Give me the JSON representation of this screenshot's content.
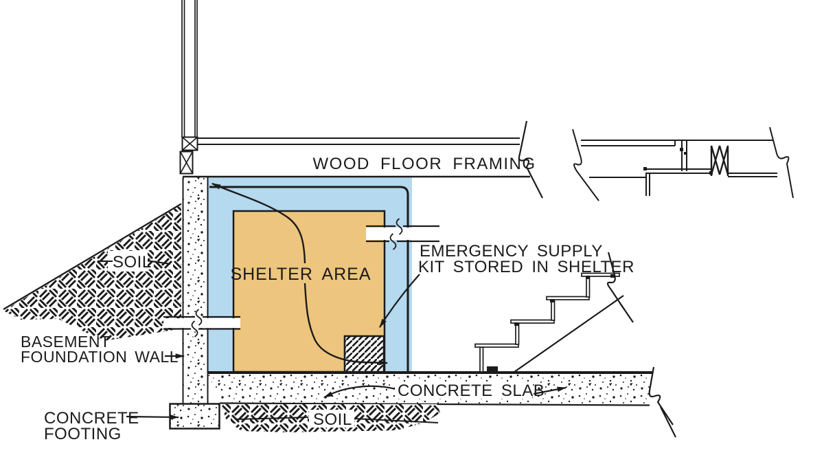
{
  "colors": {
    "line": "#1b1b1b",
    "shelter_blue": "#b5d9ee",
    "shelter_orange": "#edc57e",
    "paper": "#ffffff"
  },
  "labels": {
    "wood_floor_framing": "WOOD FLOOR FRAMING",
    "shelter_area": "SHELTER AREA",
    "emergency_supply_line1": "EMERGENCY SUPPLY",
    "emergency_supply_line2": "KIT STORED IN SHELTER",
    "soil_upper": "SOIL",
    "basement_wall_line1": "BASEMENT",
    "basement_wall_line2": "FOUNDATION WALL",
    "concrete_footing_line1": "CONCRETE",
    "concrete_footing_line2": "FOOTING",
    "concrete_slab": "CONCRETE SLAB",
    "soil_lower": "SOIL"
  }
}
